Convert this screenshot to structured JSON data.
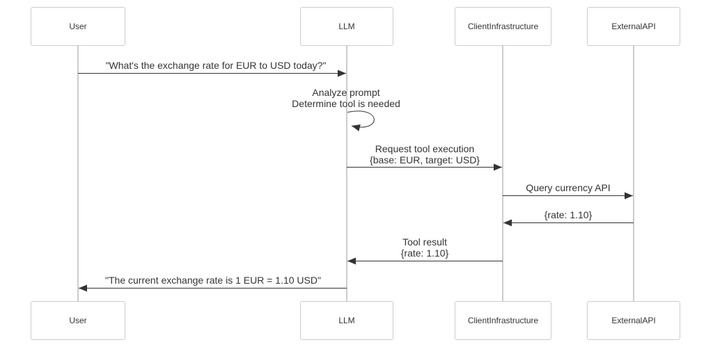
{
  "diagram": {
    "type": "sequence-diagram",
    "actors": [
      {
        "name": "User"
      },
      {
        "name": "LLM"
      },
      {
        "name": "ClientInfrastructure"
      },
      {
        "name": "ExternalAPI"
      }
    ],
    "messages": [
      {
        "from": "User",
        "to": "LLM",
        "kind": "solid-arrow",
        "text": "\"What's the exchange rate for EUR to USD today?\""
      },
      {
        "from": "LLM",
        "to": "LLM",
        "kind": "self-loop",
        "text": "Analyze prompt",
        "text2": "Determine tool is needed"
      },
      {
        "from": "LLM",
        "to": "ClientInfrastructure",
        "kind": "solid-arrow",
        "text": "Request tool execution",
        "text2": "{base: EUR, target: USD}"
      },
      {
        "from": "ClientInfrastructure",
        "to": "ExternalAPI",
        "kind": "solid-arrow",
        "text": "Query currency API"
      },
      {
        "from": "ExternalAPI",
        "to": "ClientInfrastructure",
        "kind": "solid-arrow",
        "text": "{rate: 1.10}"
      },
      {
        "from": "ClientInfrastructure",
        "to": "LLM",
        "kind": "solid-arrow",
        "text": "Tool result",
        "text2": "{rate: 1.10}"
      },
      {
        "from": "LLM",
        "to": "User",
        "kind": "solid-arrow",
        "text": "\"The current exchange rate is 1 EUR = 1.10 USD\""
      }
    ],
    "colors": {
      "message_line": "#333333",
      "lifeline": "#999999",
      "actor_border": "#cccccc",
      "actor_fill": "#ffffff",
      "text": "#333333",
      "background": "#ffffff"
    }
  }
}
